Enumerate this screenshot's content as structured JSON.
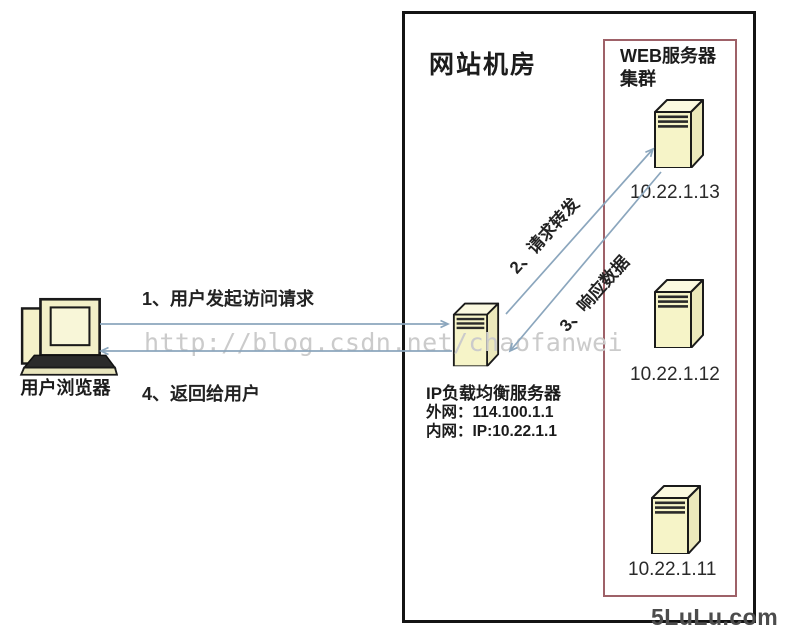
{
  "diagram": {
    "datacenter_label": "网站机房",
    "cluster_label": "WEB服务器\n集群",
    "client": {
      "label": "用户浏览器"
    },
    "load_balancer": {
      "name": "IP负载均衡服务器",
      "external_ip_line": "外网：114.100.1.1",
      "internal_ip_line": "内网：IP:10.22.1.1"
    },
    "web_servers": [
      {
        "ip": "10.22.1.13"
      },
      {
        "ip": "10.22.1.12"
      },
      {
        "ip": "10.22.1.11"
      }
    ],
    "flows": [
      {
        "label": "1、用户发起访问请求"
      },
      {
        "label": "2、请求转发"
      },
      {
        "label": "3、响应数据"
      },
      {
        "label": "4、返回给用户"
      }
    ],
    "watermark": "http://blog.csdn.net/chaofanwei",
    "site_watermark": "5LuLu.com",
    "colors": {
      "datacenter_border": "#141414",
      "cluster_border": "#9e6168",
      "arrow": "#8ba6bd",
      "server_front": "#f6f4c8",
      "server_side": "#ebe8bb",
      "server_top": "#fbf9e0",
      "watermark_gray": "#cbcbcb"
    }
  }
}
